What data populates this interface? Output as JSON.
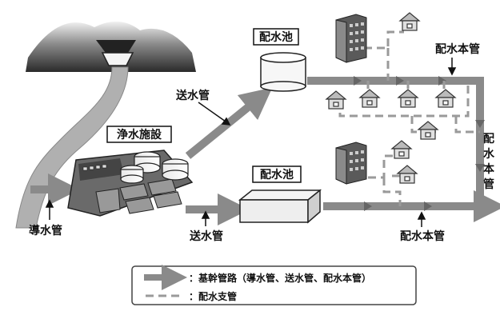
{
  "labels": {
    "purification_plant": "浄水施設",
    "distribution_reservoir_top": "配水池",
    "distribution_reservoir_bottom": "配水池",
    "conveyance_pipe_top": "送水管",
    "conveyance_pipe_bottom": "送水管",
    "intake_pipe": "導水管",
    "distribution_main_top": "配水本管",
    "distribution_main_bottom": "配水本管",
    "distribution_main_vertical": [
      "配",
      "水",
      "本",
      "管"
    ]
  },
  "legend": {
    "trunk_label": "：基幹管路（導水管、送水管、配水本管）",
    "branch_label": "：配水支管"
  },
  "colors": {
    "trunk_pipe": "#8a8a8a",
    "branch_pipe": "#a0a0a0",
    "dark_gray": "#555555",
    "outline": "#222222"
  }
}
